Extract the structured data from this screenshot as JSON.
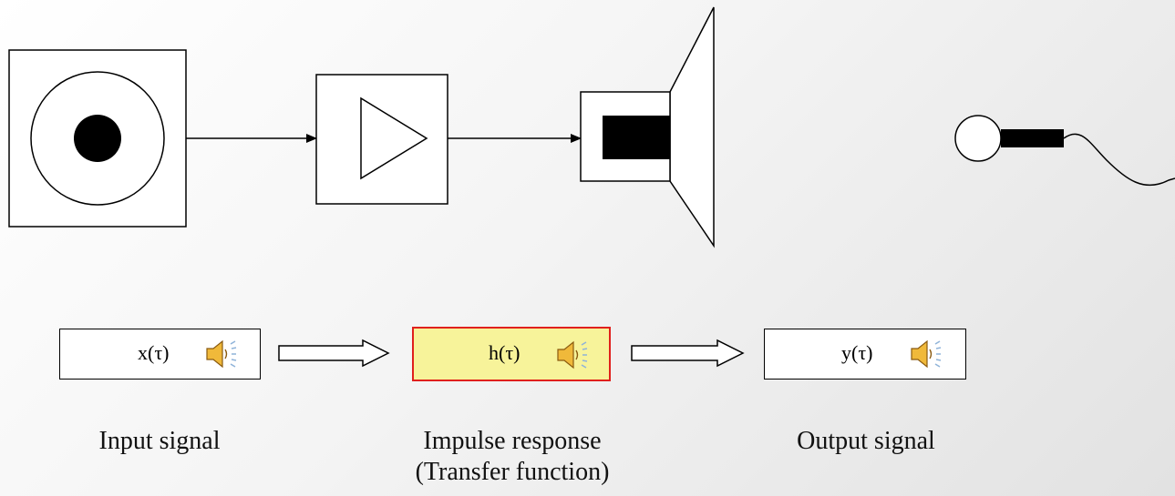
{
  "blocks": [
    {
      "id": "input",
      "signal": "x(τ)",
      "caption_lines": [
        "Input signal"
      ],
      "highlighted": false
    },
    {
      "id": "transfer",
      "signal": "h(τ)",
      "caption_lines": [
        "Impulse response",
        "(Transfer function)"
      ],
      "highlighted": true
    },
    {
      "id": "output",
      "signal": "y(τ)",
      "caption_lines": [
        "Output signal"
      ],
      "highlighted": false
    }
  ],
  "hardware": [
    "sound-source-icon",
    "amplifier-icon",
    "loudspeaker-icon",
    "microphone-icon"
  ],
  "icons": {
    "audio": "speaker-volume-icon"
  },
  "colors": {
    "highlight_fill": "#f7f39a",
    "highlight_border": "#e0201c",
    "speaker_icon": "#f0b93a"
  }
}
